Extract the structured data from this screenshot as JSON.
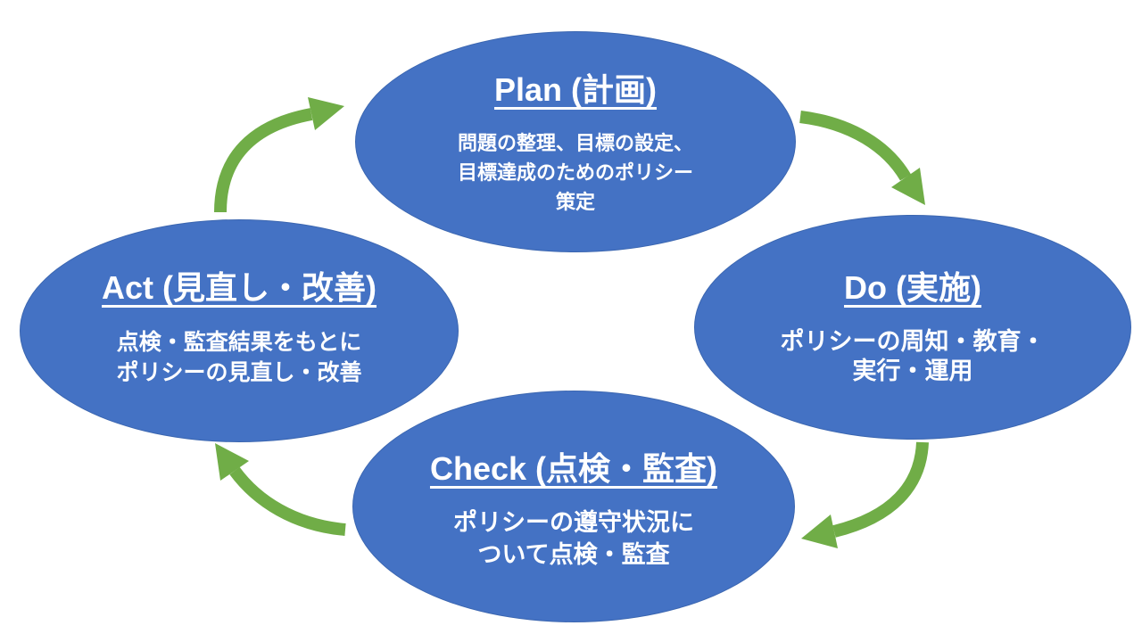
{
  "colors": {
    "background": "#FFFFFF",
    "node_fill": "#4472C4",
    "node_border": "#3B66B0",
    "arrow": "#70AD47",
    "text": "#FFFFFF"
  },
  "nodes": {
    "plan": {
      "title": "Plan (計画)",
      "body": "問題の整理、目標の設定、\n目標達成のためのポリシー\n策定"
    },
    "do": {
      "title": "Do (実施)",
      "body": "ポリシーの周知・教育・\n実行・運用"
    },
    "check": {
      "title": "Check (点検・監査)",
      "body": "ポリシーの遵守状況に\nついて点検・監査"
    },
    "act": {
      "title": "Act (見直し・改善)",
      "body": "点検・監査結果をもとに\nポリシーの見直し・改善"
    }
  },
  "arrows": [
    {
      "name": "arrow-act-to-plan",
      "shape": "green curved arrow, quarter arc, tail up from Act curving right into Plan"
    },
    {
      "name": "arrow-plan-to-do",
      "shape": "green curved arrow, quarter arc, tail right from Plan curving down into Do"
    },
    {
      "name": "arrow-do-to-check",
      "shape": "green curved arrow, quarter arc, tail down from Do curving left into Check"
    },
    {
      "name": "arrow-check-to-act",
      "shape": "green curved arrow, quarter arc, tail left from Check curving up into Act"
    }
  ]
}
